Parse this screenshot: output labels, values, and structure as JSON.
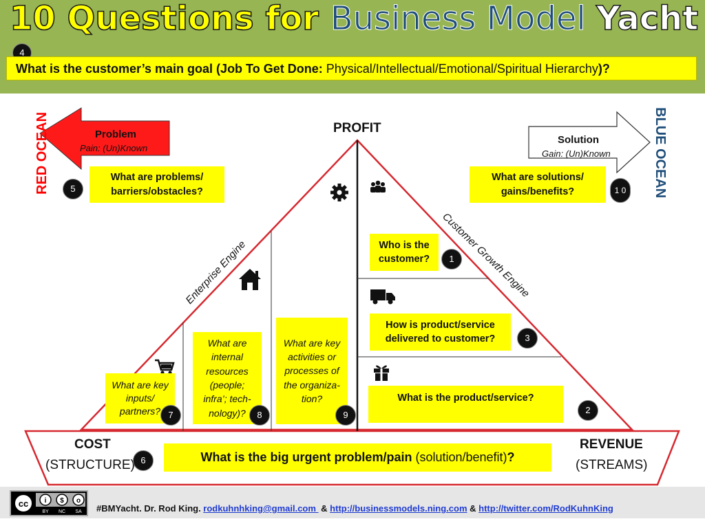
{
  "title": {
    "part1": "10 Questions for ",
    "part2": "Business Model ",
    "part3": "Yacht"
  },
  "question4": {
    "badge": "4",
    "lead": "What is the customer’s main goal (Job To Get Done: ",
    "hierarchy": "Physical/Intellectual/Emotional/Spiritual Hierarchy",
    "tail": ")?"
  },
  "left": {
    "ocean": "RED OCEAN",
    "arrow_title": "Problem",
    "arrow_sub": "Pain: (Un)Known",
    "q5": "What are problems/ barriers/obstacles?",
    "badge5": "5"
  },
  "right": {
    "ocean": "BLUE OCEAN",
    "arrow_title": "Solution",
    "arrow_sub": "Gain: (Un)Known",
    "q10": "What are solutions/ gains/benefits?",
    "badge10": "1 0"
  },
  "pyramid": {
    "apex_label": "PROFIT",
    "left_engine": "Enterprise Engine",
    "right_engine": "Customer Growth Engine"
  },
  "questions": {
    "q1": "Who is the customer?",
    "q3": "How is product/service delivered to customer?",
    "q2": "What is the product/service?",
    "q7": "What are key inputs/ partners?",
    "q8": "What are internal resources (people; infra’; tech- nology)?",
    "q9": "What are key activities or processes of the organiza- tion?",
    "q6_lead": "What is the big urgent problem/pain ",
    "q6_paren": "(solution/benefit)",
    "q6_tail": "?"
  },
  "badges": {
    "b1": "1",
    "b2": "2",
    "b3": "3",
    "b6": "6",
    "b7": "7",
    "b8": "8",
    "b9": "9"
  },
  "hull": {
    "cost": "COST",
    "cost_sub": "(STRUCTURE)",
    "revenue": "REVENUE",
    "revenue_sub": "(STREAMS)"
  },
  "icons": [
    "gear-icon",
    "people-icon",
    "house-icon",
    "truck-icon",
    "cart-icon",
    "gift-icon",
    "creative-commons-icon"
  ],
  "footer": {
    "lead": "#BMYacht. Dr. Rod King. ",
    "email": "rodkuhnhking@gmail.com ",
    "amp1": " & ",
    "link1": "http://businessmodels.ning.com",
    "amp2": " & ",
    "link2": "http://twitter.com/RodKuhnKing"
  },
  "cc": {
    "by": "BY",
    "nc": "NC",
    "sa": "SA"
  },
  "colors": {
    "header_green": "#97b553",
    "highlight_yellow": "#ffff00",
    "red_arrow": "#ff0000",
    "ocean_red": "#ff0000",
    "ocean_blue": "#1f4e79",
    "pyramid_red": "#d6282f"
  }
}
